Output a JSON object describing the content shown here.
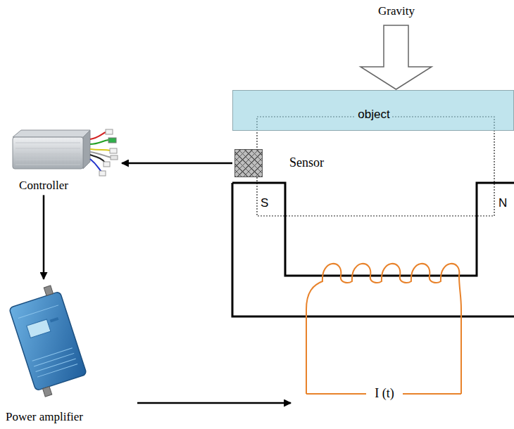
{
  "diagram": {
    "nodes": [
      {
        "text": [
          "object"
        ]
      },
      {
        "text": [
          "Sensor"
        ]
      },
      {
        "text": [
          "Controller"
        ]
      },
      {
        "text": [
          "Power amplifier"
        ]
      }
    ],
    "edges": [
      {
        "from": 1,
        "to": 2,
        "arrow": "to"
      },
      {
        "from": 2,
        "to": 3,
        "arrow": "to"
      }
    ],
    "labels": [
      "Gravity",
      "S",
      "N",
      "I (t)"
    ]
  }
}
